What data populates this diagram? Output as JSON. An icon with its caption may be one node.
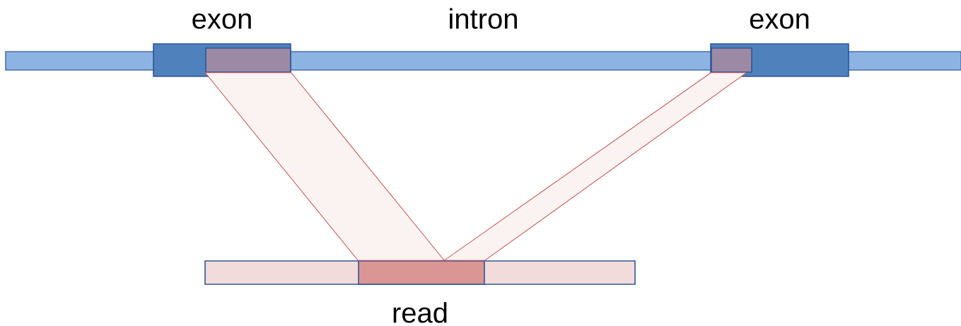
{
  "diagram": {
    "nodes": [
      {
        "text": [
          "intron"
        ]
      },
      {
        "text": [
          "exon"
        ]
      },
      {
        "text": [],
        "shape": "box",
        "in": 1
      },
      {
        "text": [
          "exon"
        ]
      },
      {
        "text": [],
        "shape": "box",
        "in": 3
      },
      {
        "text": [
          "read"
        ]
      },
      {
        "text": [],
        "shape": "box",
        "in": 5
      }
    ],
    "edges": [
      {
        "from": 2,
        "to": 6,
        "arrow": "none"
      },
      {
        "from": 4,
        "to": 6,
        "arrow": "none"
      }
    ]
  }
}
